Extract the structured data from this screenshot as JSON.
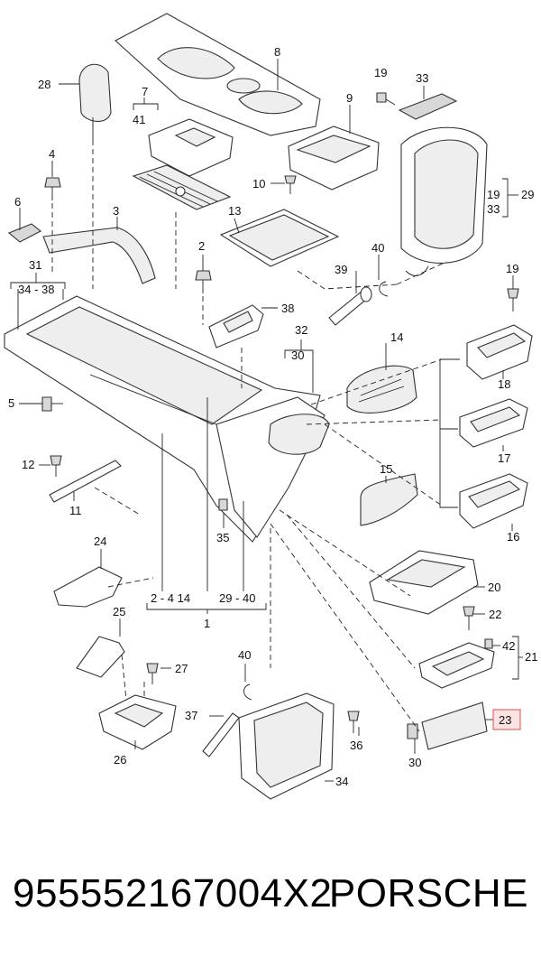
{
  "footer": {
    "part_number": "955552167004X2",
    "brand": "PORSCHE"
  },
  "highlight_color": "#d9534f",
  "callouts": {
    "c1": "1",
    "c2": "2",
    "c3": "3",
    "c4": "4",
    "c5": "5",
    "c6": "6",
    "c7": "7",
    "c8": "8",
    "c9": "9",
    "c10": "10",
    "c11": "11",
    "c12": "12",
    "c13": "13",
    "c14": "14",
    "c15": "15",
    "c16": "16",
    "c17": "17",
    "c18": "18",
    "c19a": "19",
    "c19b": "19",
    "c19c": "19",
    "c20": "20",
    "c21": "21",
    "c22": "22",
    "c23": "23",
    "c24": "24",
    "c25": "25",
    "c26": "26",
    "c27": "27",
    "c28": "28",
    "c29": "29",
    "c30a": "30",
    "c30b": "30",
    "c31": "31",
    "c32": "32",
    "c33a": "33",
    "c33b": "33",
    "c34": "34",
    "c35": "35",
    "c36": "36",
    "c37": "37",
    "c38": "38",
    "c39": "39",
    "c40a": "40",
    "c40b": "40",
    "c41": "41",
    "c42": "42",
    "r34_38": "34 - 38",
    "r2_4_14": "2 - 4  14",
    "r29_40": "29 - 40"
  },
  "icons": {
    "bolt": "bolt-icon",
    "clip": "clip-icon"
  }
}
